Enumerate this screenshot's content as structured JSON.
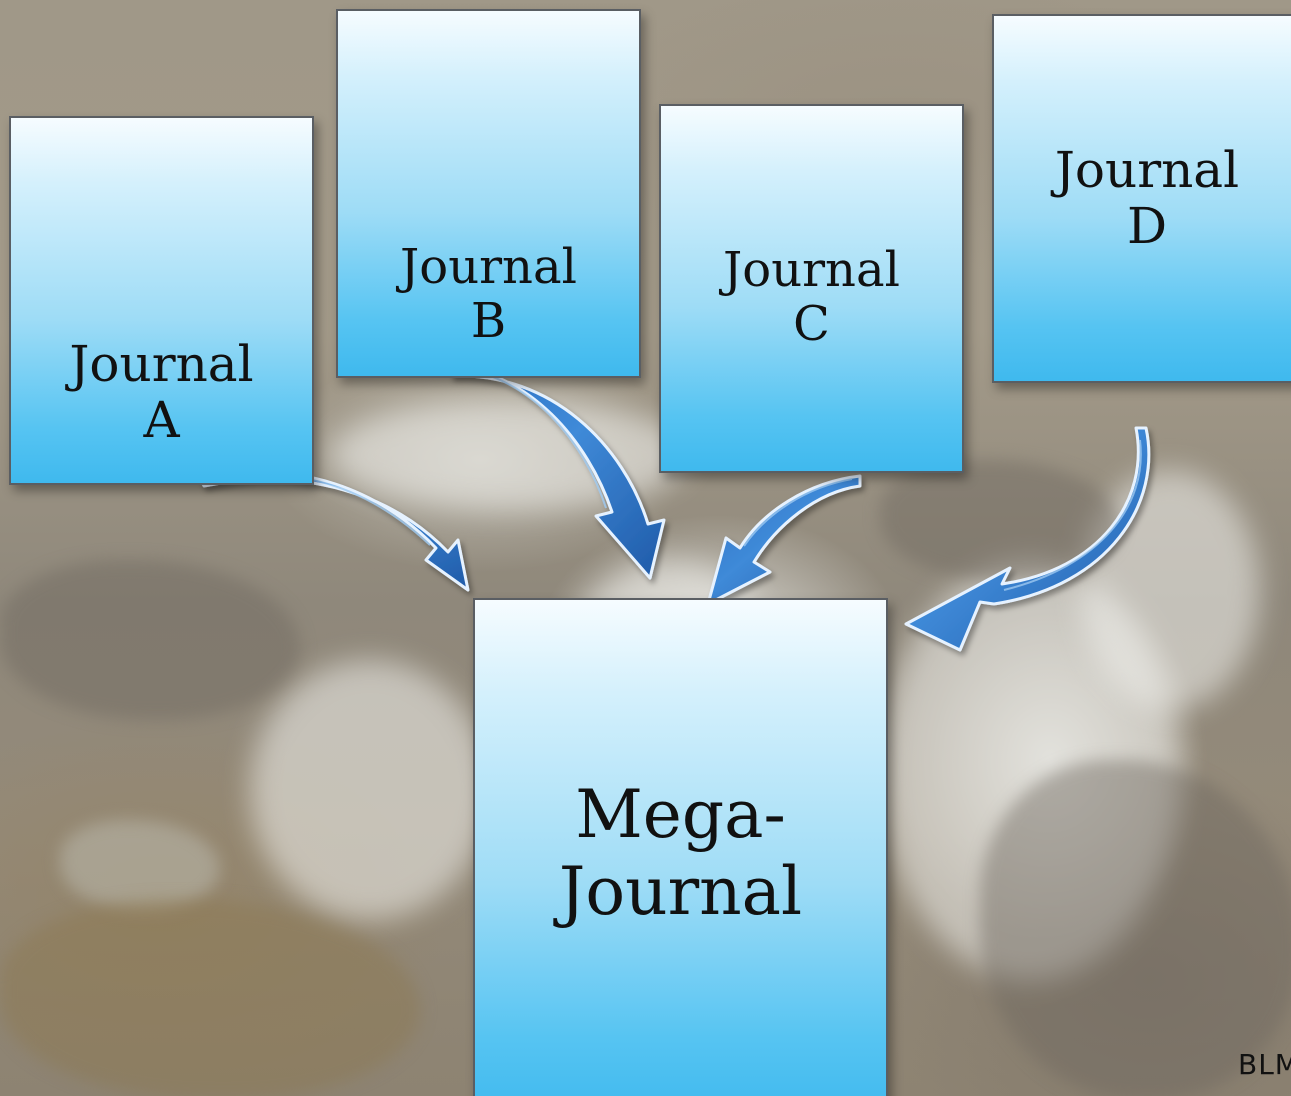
{
  "diagram": {
    "sources": [
      {
        "id": "a",
        "line1": "Journal",
        "line2": "A"
      },
      {
        "id": "b",
        "line1": "Journal",
        "line2": "B"
      },
      {
        "id": "c",
        "line1": "Journal",
        "line2": "C"
      },
      {
        "id": "d",
        "line1": "Journal",
        "line2": "D"
      }
    ],
    "target": {
      "line1": "Mega-",
      "line2": "Journal"
    },
    "edges": [
      {
        "from": "a",
        "to": "target"
      },
      {
        "from": "b",
        "to": "target"
      },
      {
        "from": "c",
        "to": "target"
      },
      {
        "from": "d",
        "to": "target"
      }
    ]
  },
  "watermark": "BLM",
  "colors": {
    "box_top": "#f6fcff",
    "box_bottom": "#3fb9ee",
    "box_border": "#5a5e63",
    "arrow_fill": "#2f74c6",
    "arrow_edge": "#1d4f9a"
  }
}
